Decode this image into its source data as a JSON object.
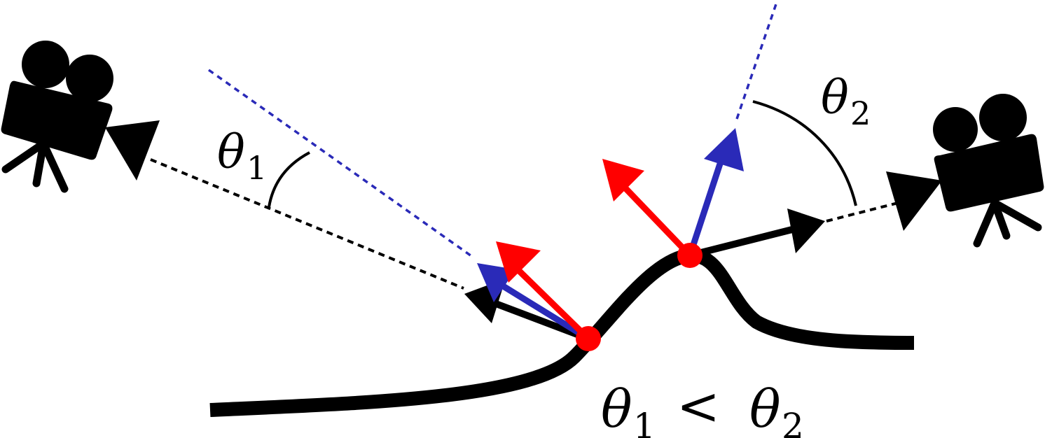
{
  "diagram": {
    "labels": {
      "theta1_symbol": "θ",
      "theta1_subscript": "1",
      "theta2_symbol": "θ",
      "theta2_subscript": "2",
      "relation_lhs_symbol": "θ",
      "relation_lhs_subscript": "1",
      "relation_op": "<",
      "relation_rhs_symbol": "θ",
      "relation_rhs_subscript": "2"
    },
    "icons": {
      "left_camera": "video-camera-icon",
      "right_camera": "video-camera-icon"
    },
    "colors": {
      "curve": "#000000",
      "view_arrow": "#000000",
      "normal_arrow": "#2a2ab8",
      "red_arrow": "#ff0000",
      "point": "#ff0000",
      "dotted_view": "#000000",
      "dotted_normal": "#2a2ab8"
    }
  }
}
